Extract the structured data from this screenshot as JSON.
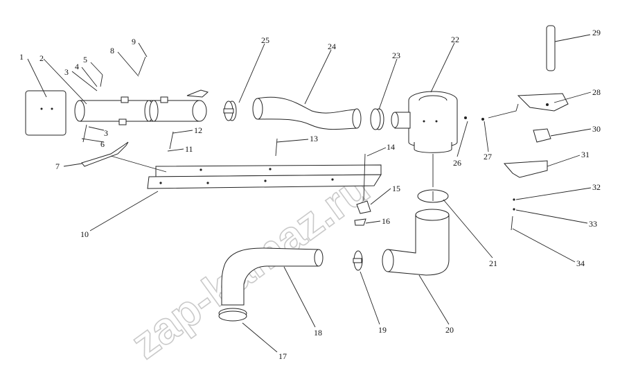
{
  "watermark": "zap-kamaz.ru",
  "callouts": [
    "1",
    "2",
    "3",
    "3",
    "4",
    "5",
    "6",
    "7",
    "8",
    "9",
    "10",
    "11",
    "12",
    "13",
    "14",
    "15",
    "16",
    "17",
    "18",
    "19",
    "20",
    "21",
    "22",
    "23",
    "24",
    "25",
    "26",
    "27",
    "28",
    "29",
    "30",
    "31",
    "32",
    "33",
    "34"
  ]
}
